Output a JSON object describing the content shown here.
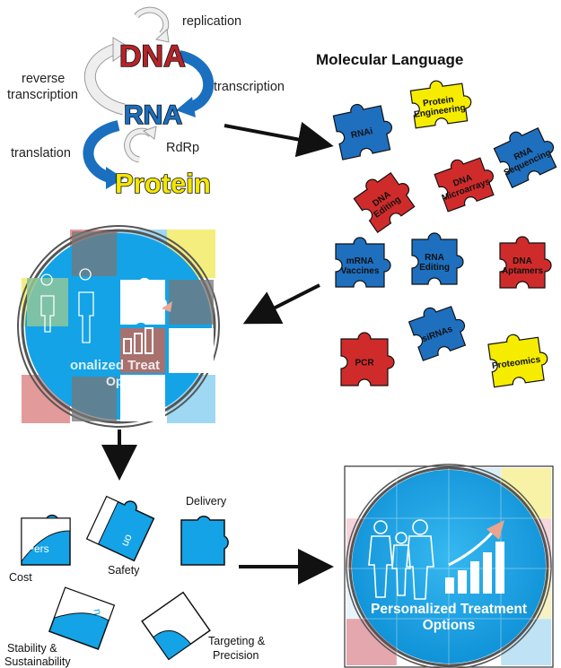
{
  "central_dogma": {
    "dna": "DNA",
    "rna": "RNA",
    "protein": "Protein",
    "replication": "replication",
    "transcription": "transcription",
    "reverse_line1": "reverse",
    "reverse_line2": "transcription",
    "translation": "translation",
    "rdrp": "RdRp"
  },
  "molecular_language": {
    "title": "Molecular Language",
    "pieces": [
      {
        "lines": [
          "RNAi"
        ],
        "color": "#1f6fbf"
      },
      {
        "lines": [
          "Protein",
          "Engineering"
        ],
        "color": "#f5ec00"
      },
      {
        "lines": [
          "RNA",
          "Sequencing"
        ],
        "color": "#1f6fbf"
      },
      {
        "lines": [
          "DNA",
          "Editing"
        ],
        "color": "#d02b2b"
      },
      {
        "lines": [
          "DNA",
          "Microarrays"
        ],
        "color": "#d02b2b"
      },
      {
        "lines": [
          "mRNA",
          "Vaccines"
        ],
        "color": "#1f6fbf"
      },
      {
        "lines": [
          "RNA",
          "Editing"
        ],
        "color": "#1f6fbf"
      },
      {
        "lines": [
          "DNA",
          "Aptamers"
        ],
        "color": "#d02b2b"
      },
      {
        "lines": [
          "siRNAs"
        ],
        "color": "#1f6fbf"
      },
      {
        "lines": [
          "PCR"
        ],
        "color": "#d02b2b"
      },
      {
        "lines": [
          "Proteomics"
        ],
        "color": "#f5ec00"
      }
    ]
  },
  "puzzle_partial": {
    "text_line1": "onalized Treat",
    "text_line2": "Opti"
  },
  "challenges": {
    "cost": "Cost",
    "safety": "Safety",
    "delivery": "Delivery",
    "stability_line1": "Stability &",
    "stability_line2": "Sustainability",
    "targeting_line1": "Targeting &",
    "targeting_line2": "Precision",
    "frag_cost": "Pers",
    "frag_safety": "on",
    "frag_stability": "nent"
  },
  "final_puzzle": {
    "line1": "Personalized Treatment",
    "line2": "Options"
  },
  "colors": {
    "dna_red": "#b5232a",
    "rna_blue": "#1a6fbf",
    "protein_yellow": "#f3e600",
    "arrow_blue": "#1a6fbf",
    "arrow_gray": "#e6e6e6",
    "puzzle_sky": "#14a3e6"
  }
}
